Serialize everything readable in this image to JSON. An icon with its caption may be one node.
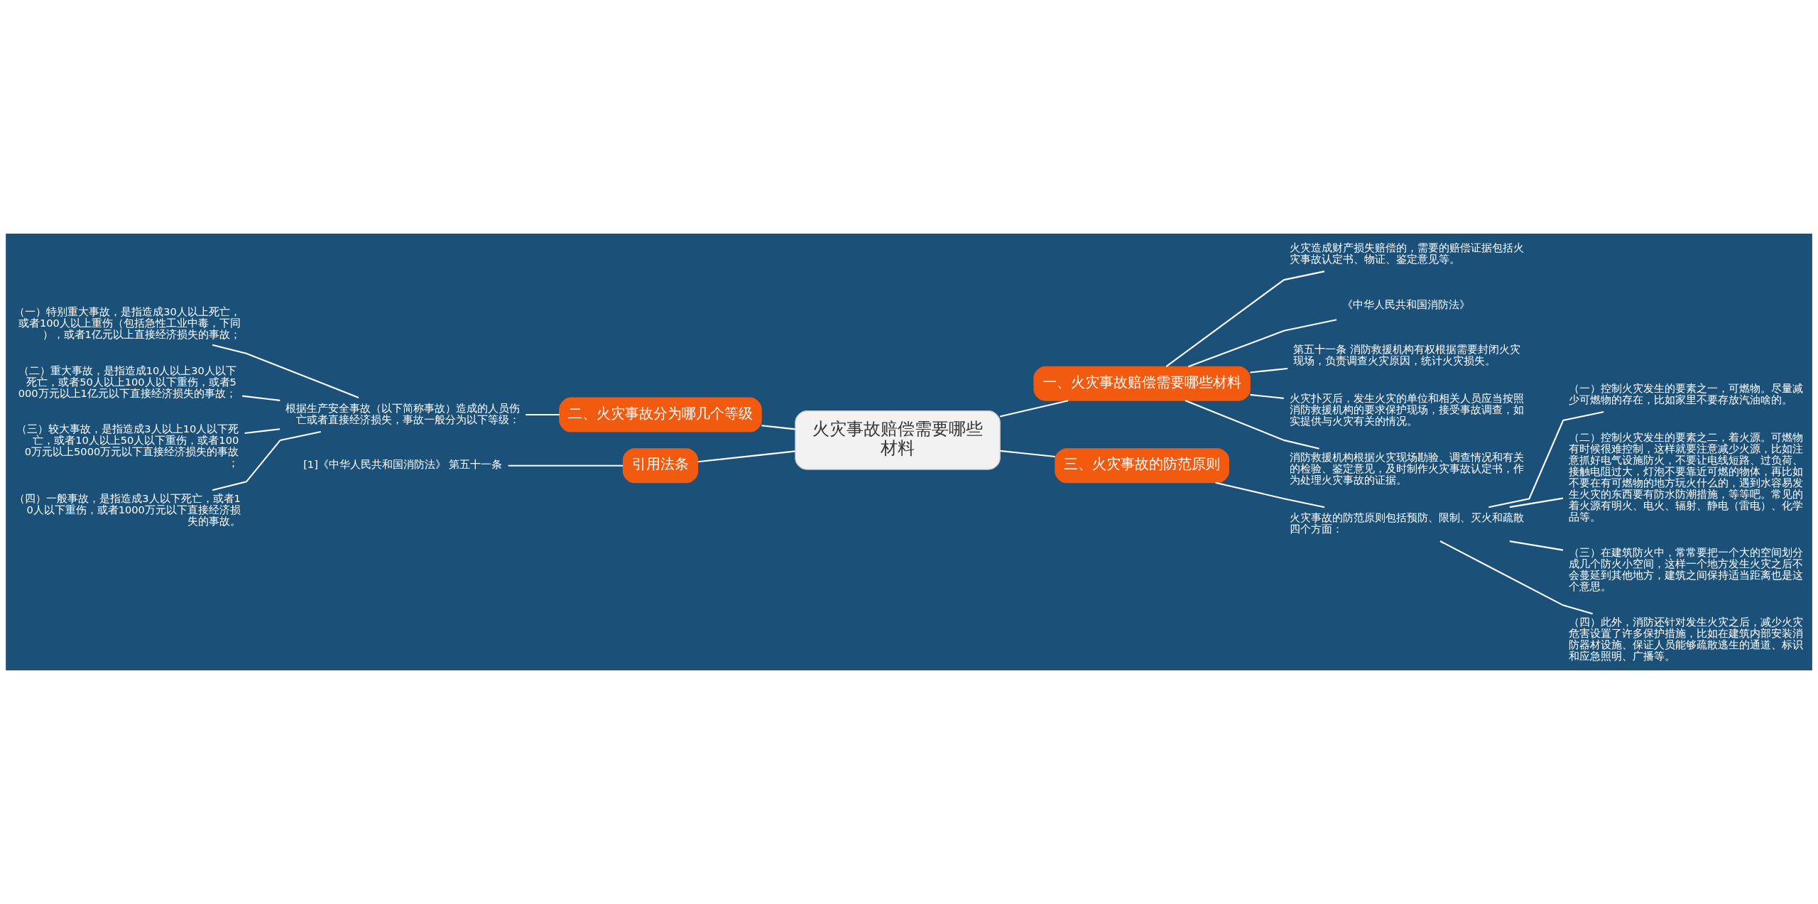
{
  "diagram": {
    "nodes": [
      {
        "text": [
          "火灾事故赔偿需要哪些材料"
        ]
      },
      {
        "text": [
          "一、火灾事故赔偿需要哪些材料"
        ]
      },
      {
        "text": [
          "火灾造成财产损失赔偿的，需要的赔偿证据包括火灾事故认定书、物证、鉴定意见等。"
        ]
      },
      {
        "text": [
          "《中华人民共和国消防法》"
        ]
      },
      {
        "text": [
          "第五十一条 消防救援机构有权根据需要封闭火灾现场，负责调查火灾原因，统计火灾损失。"
        ]
      },
      {
        "text": [
          "火灾扑灭后，发生火灾的单位和相关人员应当按照消防救援机构的要求保护现场，接受事故调查，如实提供与火灾有关的情况。"
        ]
      },
      {
        "text": [
          "消防救援机构根据火灾现场勘验、调查情况和有关的检验、鉴定意见，及时制作火灾事故认定书，作为处理火灾事故的证据。"
        ]
      },
      {
        "text": [
          "二、火灾事故分为哪几个等级"
        ]
      },
      {
        "text": [
          "根据生产安全事故（以下简称事故）造成的人员伤亡或者直接经济损失，事故一般分为以下等级："
        ]
      },
      {
        "text": [
          "（一）特别重大事故，是指造成30人以上死亡，或者100人以上重伤（包括急性工业中毒，下同），或者1亿元以上直接经济损失的事故；"
        ]
      },
      {
        "text": [
          "（二）重大事故，是指造成10人以上30人以下死亡，或者50人以上100人以下重伤，或者5000万元以上1亿元以下直接经济损失的事故；"
        ]
      },
      {
        "text": [
          "（三）较大事故，是指造成3人以上10人以下死亡，或者10人以上50人以下重伤，或者1000万元以上5000万元以下直接经济损失的事故；"
        ]
      },
      {
        "text": [
          "（四）一般事故，是指造成3人以下死亡，或者10人以下重伤，或者1000万元以下直接经济损失的事故。"
        ]
      },
      {
        "text": [
          "引用法条"
        ]
      },
      {
        "text": [
          "[1]《中华人民共和国消防法》 第五十一条"
        ]
      },
      {
        "text": [
          "三、火灾事故的防范原则"
        ]
      },
      {
        "text": [
          "火灾事故的防范原则包括预防、限制、灭火和疏散四个方面："
        ]
      },
      {
        "text": [
          "（一）控制火灾发生的要素之一，可燃物。尽量减少可燃物的存在，比如家里不要存放汽油啥的。"
        ]
      },
      {
        "text": [
          "（二）控制火灾发生的要素之二，着火源。可燃物有时候很难控制，这样就要注意减少火源，比如注意抓好电气设施防火，不要让电线短路、过负荷、接触电阻过大，灯泡不要靠近可燃的物体，再比如不要在有可燃物的地方玩火什么的，遇到水容易发生火灾的东西要有防水防潮措施，等等吧。常见的着火源有明火、电火、辐射、静电（雷电）、化学品等。"
        ]
      },
      {
        "text": [
          "（三）在建筑防火中，常常要把一个大的空间划分成几个防火小空间，这样一个地方发生火灾之后不会蔓延到其他地方，建筑之间保持适当距离也是这个意思。"
        ]
      },
      {
        "text": [
          "（四）此外，消防还针对发生火灾之后，减少火灾危害设置了许多保护措施，比如在建筑内部安装消防器材设施、保证人员能够疏散逃生的通道、标识和应急照明、广播等。"
        ]
      }
    ],
    "edges": [
      {
        "from": 0,
        "to": 1,
        "arrow": "none"
      },
      {
        "from": 1,
        "to": 2,
        "arrow": "none"
      },
      {
        "from": 1,
        "to": 3,
        "arrow": "none"
      },
      {
        "from": 1,
        "to": 4,
        "arrow": "none"
      },
      {
        "from": 1,
        "to": 5,
        "arrow": "none"
      },
      {
        "from": 1,
        "to": 6,
        "arrow": "none"
      },
      {
        "from": 0,
        "to": 7,
        "arrow": "none"
      },
      {
        "from": 7,
        "to": 8,
        "arrow": "none"
      },
      {
        "from": 8,
        "to": 9,
        "arrow": "none"
      },
      {
        "from": 8,
        "to": 10,
        "arrow": "none"
      },
      {
        "from": 8,
        "to": 11,
        "arrow": "none"
      },
      {
        "from": 8,
        "to": 12,
        "arrow": "none"
      },
      {
        "from": 0,
        "to": 13,
        "arrow": "none"
      },
      {
        "from": 13,
        "to": 14,
        "arrow": "none"
      },
      {
        "from": 0,
        "to": 15,
        "arrow": "none"
      },
      {
        "from": 15,
        "to": 16,
        "arrow": "none"
      },
      {
        "from": 16,
        "to": 17,
        "arrow": "none"
      },
      {
        "from": 16,
        "to": 18,
        "arrow": "none"
      },
      {
        "from": 16,
        "to": 19,
        "arrow": "none"
      },
      {
        "from": 16,
        "to": 20,
        "arrow": "none"
      }
    ]
  }
}
